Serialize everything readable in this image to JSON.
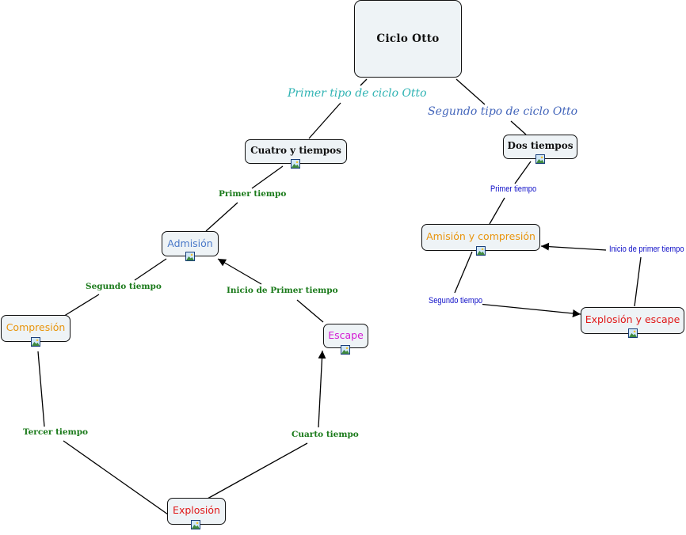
{
  "diagram": {
    "root": {
      "label": "Ciclo Otto"
    },
    "nodes": {
      "cuatro_tiempos": "Cuatro y tiempos",
      "dos_tiempos": "Dos tiempos",
      "admision": "Admisión",
      "compresion": "Compresión",
      "explosion": "Explosión",
      "escape": "Escape",
      "amision_compresion": "Amisión y compresión",
      "explosion_escape": "Explosión y escape"
    },
    "links": {
      "primer_tipo": "Primer tipo de ciclo Otto",
      "segundo_tipo": "Segundo tipo de ciclo Otto",
      "primer_tiempo_4t": "Primer tiempo",
      "segundo_tiempo_4t": "Segundo tiempo",
      "tercer_tiempo": "Tercer tiempo",
      "cuarto_tiempo": "Cuarto tiempo",
      "inicio_primer_tiempo_4t": "Inicio de Primer tiempo",
      "primer_tiempo_2t": "Primer tiempo",
      "segundo_tiempo_2t": "Segundo tiempo",
      "inicio_primer_tiempo_2t": "Inicio de primer tiempo"
    },
    "icon": "image-resource-icon",
    "colors": {
      "node_fill": "#eef3f6",
      "node_border": "#111111",
      "admision": "#4a78c8",
      "compresion": "#e8940c",
      "explosion": "#e01818",
      "escape": "#d41ad4",
      "amision_compresion": "#e8940c",
      "explosion_escape": "#e01818",
      "primer_tipo": "#2fb3b3",
      "segundo_tipo": "#4466bb",
      "link_green": "#1a7a1a",
      "link_blue": "#1010c8"
    }
  }
}
